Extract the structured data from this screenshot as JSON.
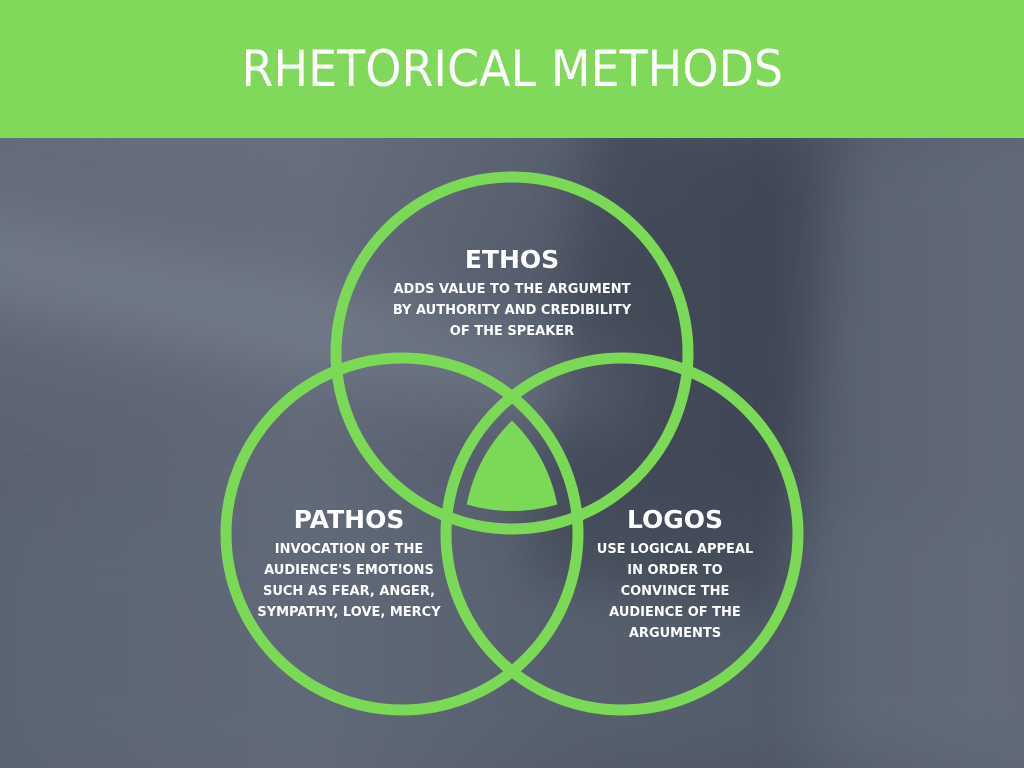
{
  "header": {
    "title": "RHETORICAL METHODS",
    "background_color": "#80d95a"
  },
  "diagram": {
    "type": "venn",
    "accent_color": "#7cd957",
    "background_color": "#586070",
    "circles": [
      {
        "id": "ethos",
        "title": "ETHOS",
        "description_lines": [
          "ADDS VALUE TO THE ARGUMENT",
          "BY AUTHORITY AND CREDIBILITY",
          "OF THE SPEAKER"
        ]
      },
      {
        "id": "pathos",
        "title": "PATHOS",
        "description_lines": [
          "INVOCATION OF THE",
          "AUDIENCE'S EMOTIONS",
          "SUCH AS FEAR, ANGER,",
          "SYMPATHY, LOVE, MERCY"
        ]
      },
      {
        "id": "logos",
        "title": "LOGOS",
        "description_lines": [
          "USE LOGICAL APPEAL",
          "IN ORDER TO",
          "CONVINCE THE",
          "AUDIENCE OF THE",
          "ARGUMENTS"
        ]
      }
    ],
    "center_highlight": "filled-intersection"
  }
}
